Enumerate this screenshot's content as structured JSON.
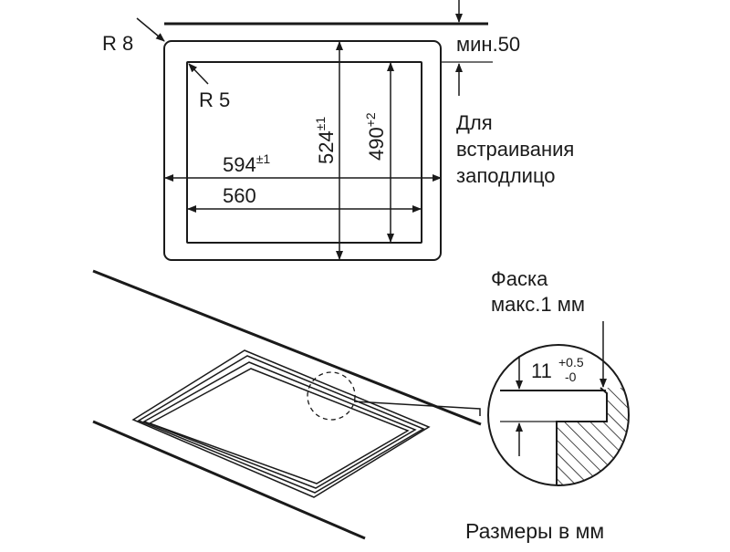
{
  "colors": {
    "ink": "#1a1a1a",
    "background": "#ffffff"
  },
  "top_view": {
    "corner_radius_outer": "R 8",
    "corner_radius_inner": "R 5",
    "min_clearance": "мин.50",
    "width_outer": {
      "value": "594",
      "tolerance": "±1"
    },
    "width_inner": {
      "value": "560"
    },
    "depth_outer": {
      "value": "524",
      "tolerance": "±1"
    },
    "depth_inner": {
      "value": "490",
      "tolerance": "+2"
    },
    "note_lines": [
      "Для",
      "встраивания",
      "заподлицо"
    ]
  },
  "detail": {
    "chamfer_lines": [
      "Фаска",
      "макс.1 мм"
    ],
    "depth": {
      "value": "11",
      "tol_upper": "+0.5",
      "tol_lower": "-0"
    }
  },
  "units_caption": "Размеры в мм"
}
